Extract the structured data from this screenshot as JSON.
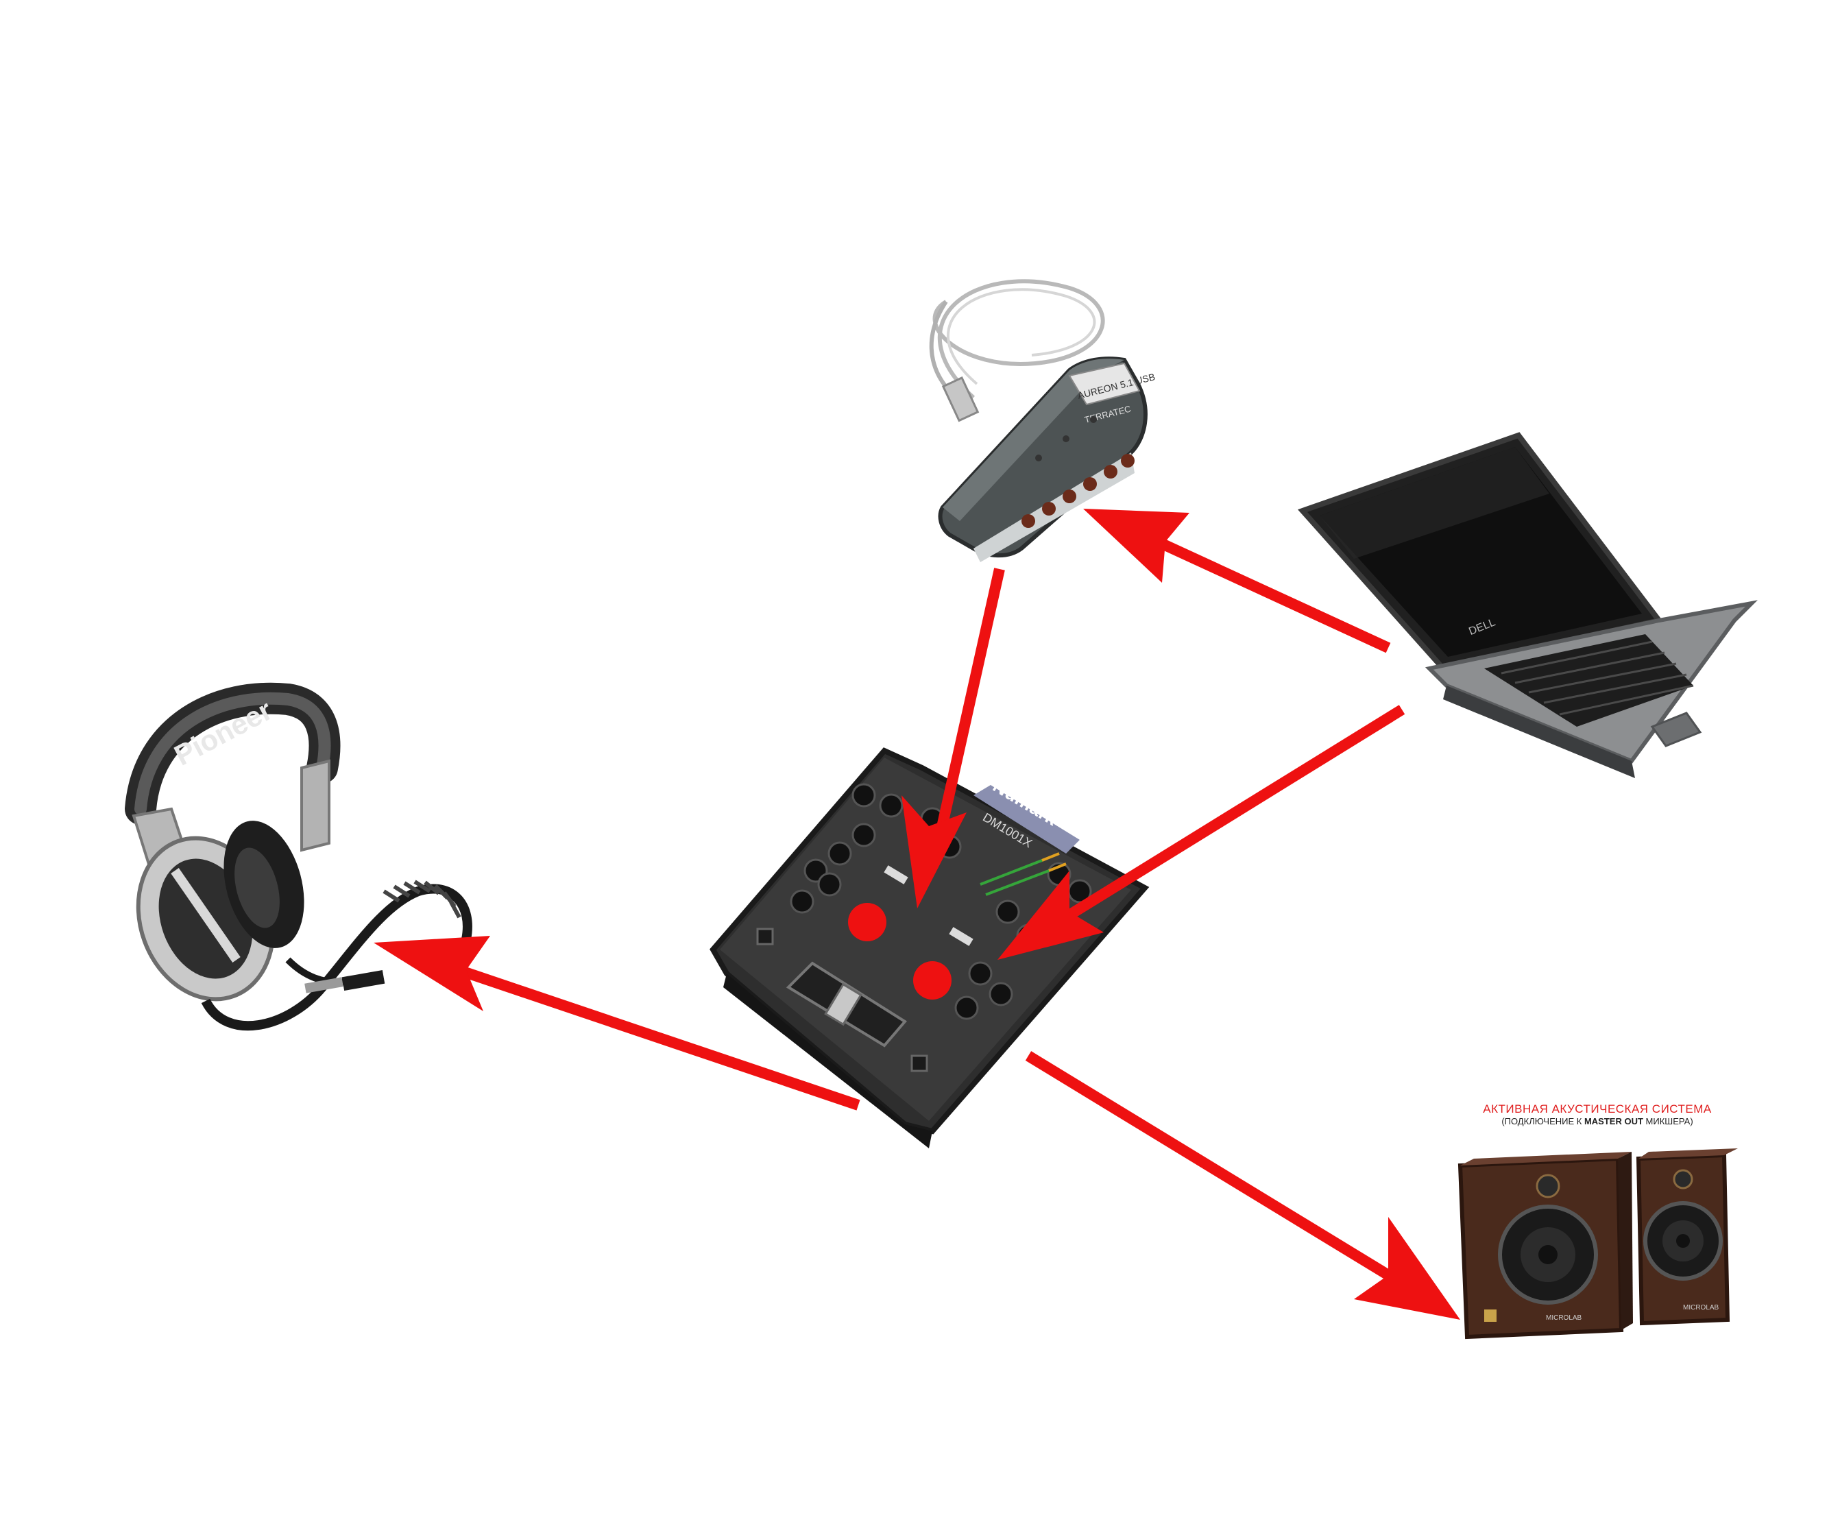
{
  "devices": {
    "headphones": {
      "brand_text": "Pioneer"
    },
    "audio_card": {
      "brand_text": "TERRATEC",
      "model_text": "AUREON 5.1 USB"
    },
    "laptop": {
      "brand_text": "DELL"
    },
    "mixer": {
      "brand_text": "Numark",
      "model_text": "DM1001X"
    },
    "speakers": {
      "caption_title": "АКТИВНАЯ АКУСТИЧЕСКАЯ СИСТЕМА",
      "caption_prefix": "(ПОДКЛЮЧЕНИЕ К ",
      "caption_bold": "MASTER OUT",
      "caption_suffix": " МИКШЕРА)",
      "brand_text": "MICROLAB"
    }
  },
  "colors": {
    "arrow": "#ee1111",
    "device_dark": "#2b2b2b",
    "device_metal": "#8a8a8a",
    "speaker_wood": "#4a2a1c"
  }
}
